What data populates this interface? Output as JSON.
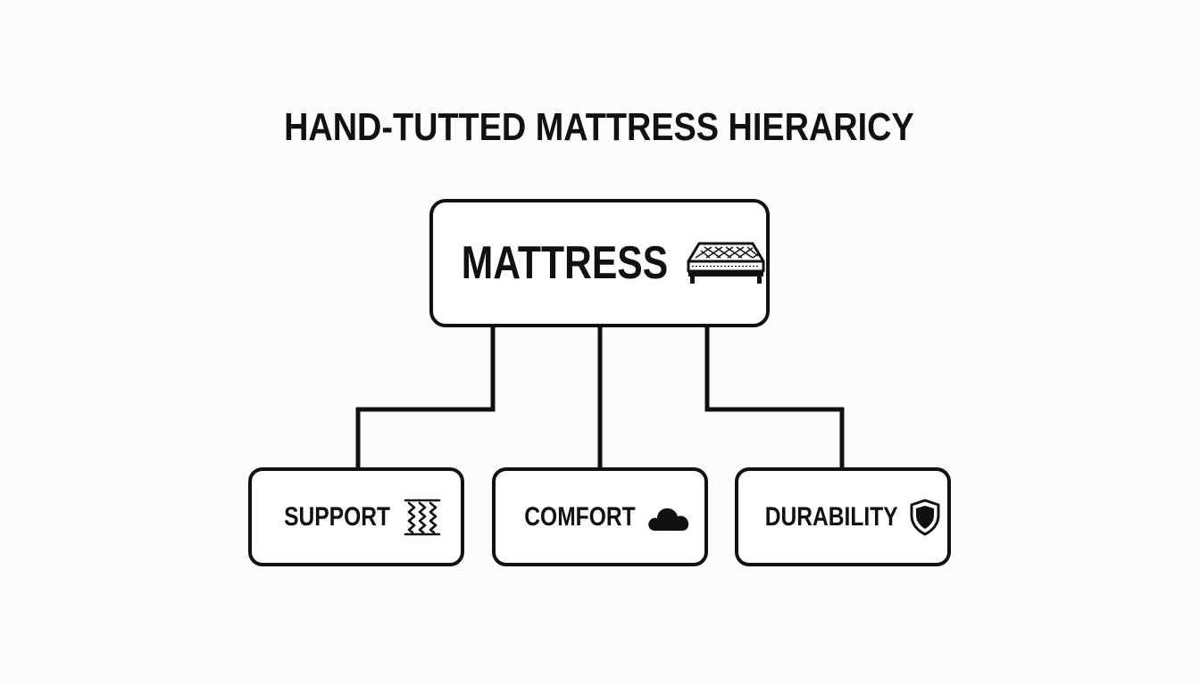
{
  "diagram": {
    "title": "HAND-TUTTED MATTRESS HIERARICY",
    "root": {
      "label": "MATTRESS",
      "icon": "mattress-icon"
    },
    "children": [
      {
        "label": "SUPPORT",
        "icon": "spring-coil-icon"
      },
      {
        "label": "COMFORT",
        "icon": "cloud-icon"
      },
      {
        "label": "DURABILITY",
        "icon": "shield-icon"
      }
    ],
    "colors": {
      "stroke": "#111111",
      "background": "#fcfcfc",
      "node_fill": "#ffffff"
    }
  }
}
